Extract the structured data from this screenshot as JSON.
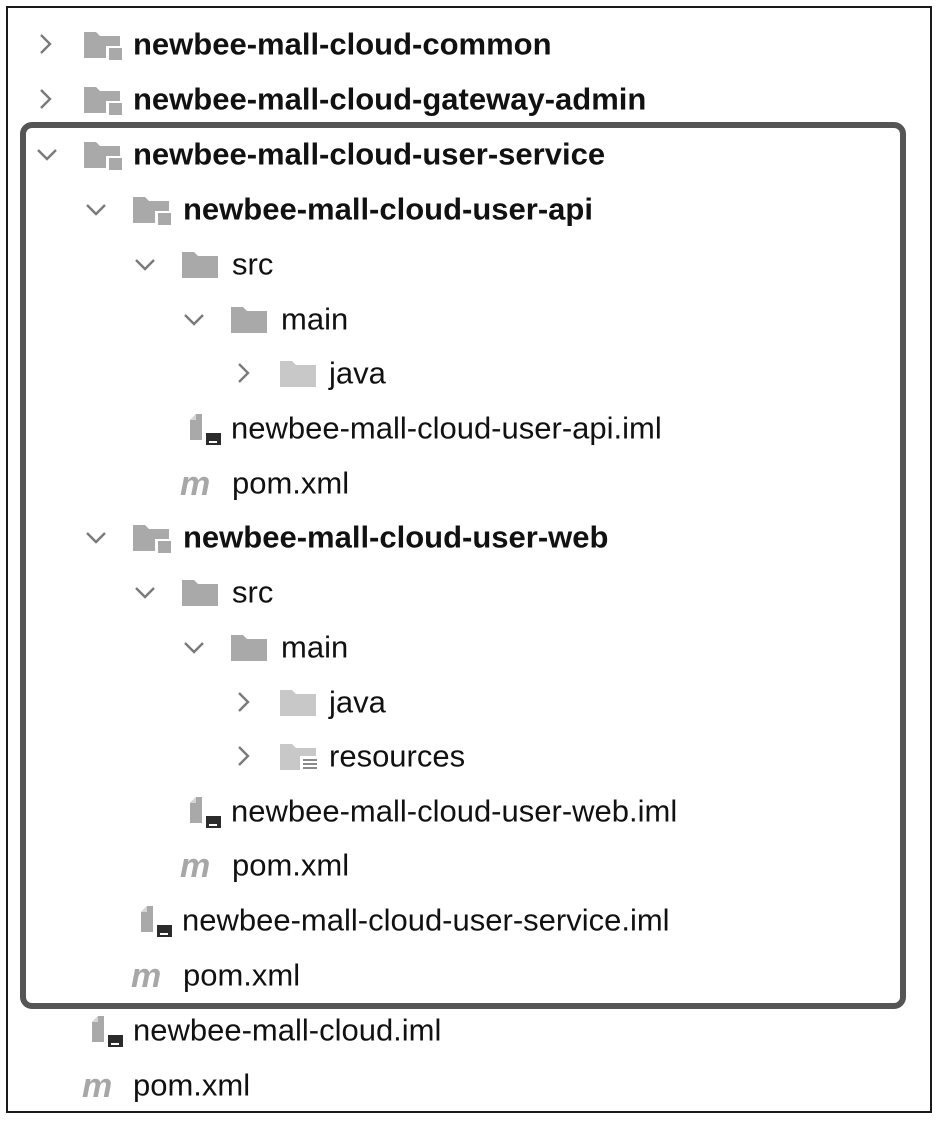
{
  "tree": {
    "rows": [
      {
        "id": "r0",
        "label": "newbee-mall-cloud-common",
        "bold": true,
        "chevron": "right",
        "icon": "module-folder-icon"
      },
      {
        "id": "r1",
        "label": "newbee-mall-cloud-gateway-admin",
        "bold": true,
        "chevron": "right",
        "icon": "module-folder-icon"
      },
      {
        "id": "r2",
        "label": "newbee-mall-cloud-user-service",
        "bold": true,
        "chevron": "down",
        "icon": "module-folder-icon"
      },
      {
        "id": "r3",
        "label": "newbee-mall-cloud-user-api",
        "bold": true,
        "chevron": "down",
        "icon": "module-folder-icon"
      },
      {
        "id": "r4",
        "label": "src",
        "bold": false,
        "chevron": "down",
        "icon": "folder-icon"
      },
      {
        "id": "r5",
        "label": "main",
        "bold": false,
        "chevron": "down",
        "icon": "folder-icon"
      },
      {
        "id": "r6",
        "label": "java",
        "bold": false,
        "chevron": "right",
        "icon": "source-folder-icon"
      },
      {
        "id": "r7",
        "label": "newbee-mall-cloud-user-api.iml",
        "bold": false,
        "chevron": "none",
        "icon": "iml-file-icon"
      },
      {
        "id": "r8",
        "label": "pom.xml",
        "bold": false,
        "chevron": "none",
        "icon": "maven-icon"
      },
      {
        "id": "r9",
        "label": "newbee-mall-cloud-user-web",
        "bold": true,
        "chevron": "down",
        "icon": "module-folder-icon"
      },
      {
        "id": "r10",
        "label": "src",
        "bold": false,
        "chevron": "down",
        "icon": "folder-icon"
      },
      {
        "id": "r11",
        "label": "main",
        "bold": false,
        "chevron": "down",
        "icon": "folder-icon"
      },
      {
        "id": "r12",
        "label": "java",
        "bold": false,
        "chevron": "right",
        "icon": "source-folder-icon"
      },
      {
        "id": "r13",
        "label": "resources",
        "bold": false,
        "chevron": "right",
        "icon": "resources-folder-icon"
      },
      {
        "id": "r14",
        "label": "newbee-mall-cloud-user-web.iml",
        "bold": false,
        "chevron": "none",
        "icon": "iml-file-icon"
      },
      {
        "id": "r15",
        "label": "pom.xml",
        "bold": false,
        "chevron": "none",
        "icon": "maven-icon"
      },
      {
        "id": "r16",
        "label": "newbee-mall-cloud-user-service.iml",
        "bold": false,
        "chevron": "none",
        "icon": "iml-file-icon"
      },
      {
        "id": "r17",
        "label": "pom.xml",
        "bold": false,
        "chevron": "none",
        "icon": "maven-icon"
      },
      {
        "id": "r18",
        "label": "newbee-mall-cloud.iml",
        "bold": false,
        "chevron": "none",
        "icon": "iml-file-icon"
      },
      {
        "id": "r19",
        "label": "pom.xml",
        "bold": false,
        "chevron": "none",
        "icon": "maven-icon"
      }
    ],
    "maven_glyph": "m"
  },
  "colors": {
    "icon_gray": "#a9a9a9",
    "icon_light": "#c8c8c8",
    "icon_dark": "#2b2b2b",
    "chevron": "#7a7a7a",
    "highlight_border": "#555555"
  }
}
